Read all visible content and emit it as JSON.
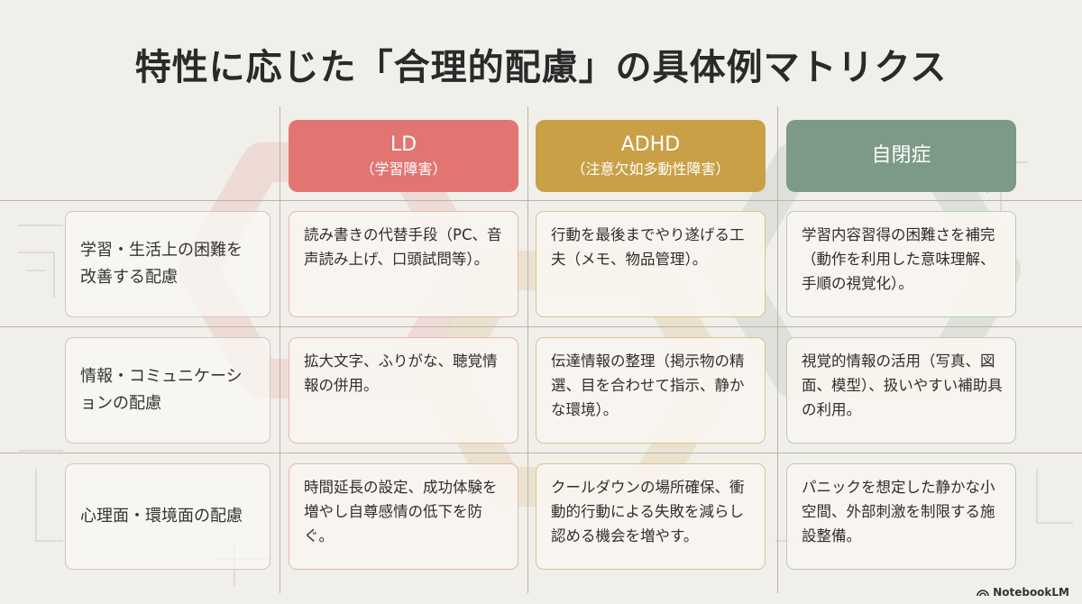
{
  "title": "特性に応じた「合理的配慮」の具体例マトリクス",
  "colors": {
    "background": "#f1efea",
    "ld": "#e27572",
    "adhd": "#c9a046",
    "autism": "#7c9a86"
  },
  "columns": [
    {
      "label": "LD",
      "sublabel": "（学習障害）"
    },
    {
      "label": "ADHD",
      "sublabel": "（注意欠如多動性障害）"
    },
    {
      "label": "自閉症",
      "sublabel": ""
    }
  ],
  "rows": [
    {
      "label": "学習・生活上の困難を改善する配慮",
      "cells": [
        "読み書きの代替手段（PC、音声読み上げ、口頭試問等）。",
        "行動を最後までやり遂げる工夫（メモ、物品管理）。",
        "学習内容習得の困難さを補完（動作を利用した意味理解、手順の視覚化）。"
      ]
    },
    {
      "label": "情報・コミュニケーションの配慮",
      "cells": [
        "拡大文字、ふりがな、聴覚情報の併用。",
        "伝達情報の整理（掲示物の精選、目を合わせて指示、静かな環境）。",
        "視覚的情報の活用（写真、図面、模型）、扱いやすい補助具の利用。"
      ]
    },
    {
      "label": "心理面・環境面の配慮",
      "cells": [
        "時間延長の設定、成功体験を増やし自尊感情の低下を防ぐ。",
        "クールダウンの場所確保、衝動的行動による失敗を減らし認める機会を増やす。",
        "パニックを想定した静かな小空間、外部刺激を制限する施設整備。"
      ]
    }
  ],
  "brand": {
    "icon": "notebooklm-logo-icon",
    "label": "NotebookLM"
  }
}
